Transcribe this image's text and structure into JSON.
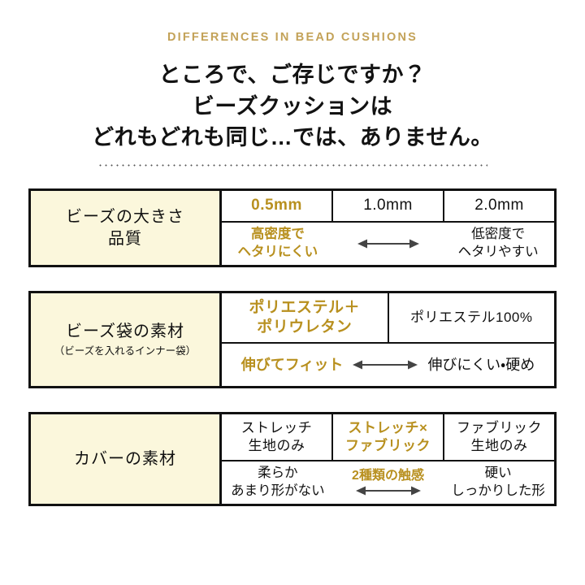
{
  "header": {
    "eyebrow": "DIFFERENCES IN BEAD CUSHIONS",
    "headline_line1": "ところで、ご存じですか？",
    "headline_line2": "ビーズクッションは",
    "headline_line3": "どれもどれも同じ…では、ありません。"
  },
  "colors": {
    "gold_title": "#c3a258",
    "gold_accent": "#b8901f",
    "cream": "#fbf7dc",
    "ink": "#111111",
    "arrow": "#444444"
  },
  "tables": [
    {
      "label_main_line1": "ビーズの大きさ",
      "label_main_line2": "品質",
      "label_sub": "",
      "options": [
        {
          "text": "0.5mm",
          "highlight": true
        },
        {
          "text": "1.0mm",
          "highlight": false
        },
        {
          "text": "2.0mm",
          "highlight": false
        }
      ],
      "desc_left_line1": "高密度で",
      "desc_left_line2": "ヘタリにくい",
      "desc_center_caption": "",
      "desc_right_line1": "低密度で",
      "desc_right_line2": "ヘタリやすい"
    },
    {
      "label_main_line1": "ビーズ袋の素材",
      "label_main_line2": "",
      "label_sub": "（ビーズを入れるインナー袋）",
      "options": [
        {
          "text": "ポリエステル＋\nポリウレタン",
          "highlight": true
        },
        {
          "text": "ポリエステル100%",
          "highlight": false
        }
      ],
      "desc_left_line1": "伸びてフィット",
      "desc_left_line2": "",
      "desc_center_caption": "",
      "desc_right_line1": "伸びにくい・硬め",
      "desc_right_line2": ""
    },
    {
      "label_main_line1": "カバーの素材",
      "label_main_line2": "",
      "label_sub": "",
      "options": [
        {
          "text": "ストレッチ\n生地のみ",
          "highlight": false
        },
        {
          "text": "ストレッチ×\nファブリック",
          "highlight": true
        },
        {
          "text": "ファブリック\n生地のみ",
          "highlight": false
        }
      ],
      "desc_left_line1": "柔らか",
      "desc_left_line2": "あまり形がない",
      "desc_center_caption": "2種類の触感",
      "desc_right_line1": "硬い",
      "desc_right_line2": "しっかりした形"
    }
  ]
}
